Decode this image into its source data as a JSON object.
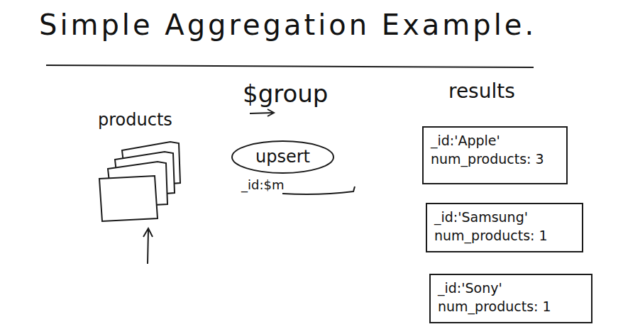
{
  "diagram": {
    "title": "Simple Aggregation Example.",
    "nodes": [
      {
        "text": [
          "upsert"
        ]
      },
      {
        "text": [
          "_id:'Apple'",
          "num_products: 3"
        ]
      },
      {
        "text": [
          "_id:'Samsung'",
          "num_products: 1"
        ]
      },
      {
        "text": [
          "_id:'Sony'",
          "num_products: 1"
        ]
      }
    ],
    "labels": [
      "products",
      "$group",
      "_id:$m",
      "results"
    ]
  }
}
